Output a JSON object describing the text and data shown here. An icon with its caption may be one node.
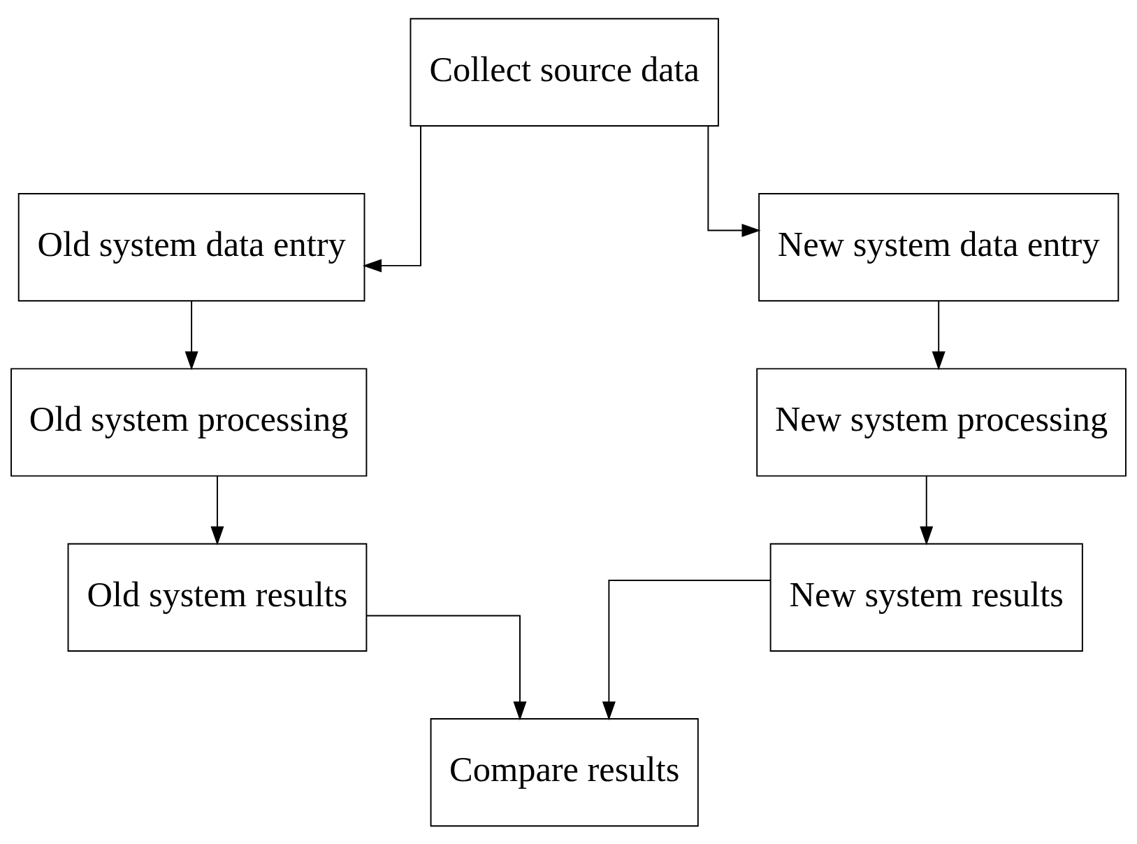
{
  "diagram": {
    "nodes": [
      {
        "text": [
          "Collect source data"
        ]
      },
      {
        "text": [
          "Old system data entry"
        ]
      },
      {
        "text": [
          "Old system processing"
        ]
      },
      {
        "text": [
          "Old system results"
        ]
      },
      {
        "text": [
          "New system data entry"
        ]
      },
      {
        "text": [
          "New system processing"
        ]
      },
      {
        "text": [
          "New system results"
        ]
      },
      {
        "text": [
          "Compare results"
        ]
      }
    ],
    "edges": [
      {
        "from": 0,
        "to": 1,
        "arrow": "to"
      },
      {
        "from": 0,
        "to": 4,
        "arrow": "to"
      },
      {
        "from": 1,
        "to": 2,
        "arrow": "to"
      },
      {
        "from": 2,
        "to": 3,
        "arrow": "to"
      },
      {
        "from": 4,
        "to": 5,
        "arrow": "to"
      },
      {
        "from": 5,
        "to": 6,
        "arrow": "to"
      },
      {
        "from": 3,
        "to": 7,
        "arrow": "to"
      },
      {
        "from": 6,
        "to": 7,
        "arrow": "to"
      }
    ]
  }
}
